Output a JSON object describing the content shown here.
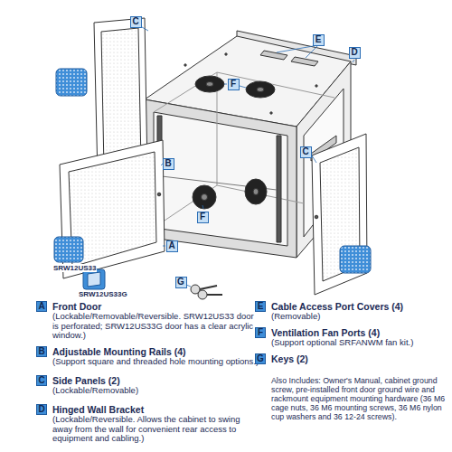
{
  "diagram": {
    "nodes": [
      {
        "text": [
          "C"
        ]
      },
      {
        "text": [
          "E"
        ]
      },
      {
        "text": [
          "D"
        ]
      },
      {
        "text": [
          "F"
        ]
      },
      {
        "text": [
          "C"
        ]
      },
      {
        "text": [
          "B"
        ]
      },
      {
        "text": [
          "F"
        ]
      },
      {
        "text": [
          "A"
        ]
      },
      {
        "text": [
          "G"
        ]
      },
      {
        "text": [
          "A"
        ]
      },
      {
        "text": [
          "B"
        ]
      },
      {
        "text": [
          "C"
        ]
      },
      {
        "text": [
          "D"
        ]
      },
      {
        "text": [
          "E"
        ]
      },
      {
        "text": [
          "F"
        ]
      },
      {
        "text": [
          "G"
        ]
      }
    ],
    "labels": [
      "SRW12US33",
      "SRW12US33G",
      "Front Door",
      "(Lockable/Removable/Reversible. SRW12US33 door is perforated; SRW12US33G door has a clear acrylic window.)",
      "Adjustable Mounting Rails (4)",
      "(Support square and threaded hole mounting options.)",
      "Side Panels (2)",
      "(Lockable/Removable)",
      "Hinged Wall Bracket",
      "(Lockable/Reversible. Allows the cabinet to swing away from the wall for convenient rear access to equipment and cabling.)",
      "Cable Access Port Covers (4)",
      "(Removable)",
      "Ventilation Fan Ports (4)",
      "(Support optional SRFANWM fan kit.)",
      "Keys (2)",
      "Also Includes: Owner's Manual, cabinet ground screw, pre-installed front door ground wire and rackmount equipment mounting hardware (36 M6 cage nuts, 36 M6 mounting screws, 36 M6 nylon cup washers and 36 12-24 screws)."
    ]
  }
}
